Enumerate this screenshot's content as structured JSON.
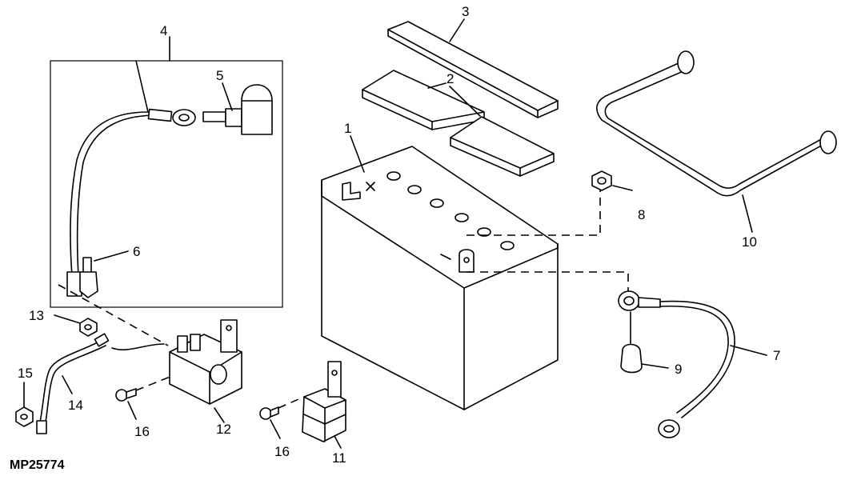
{
  "figure_code": "MP25774",
  "callouts": [
    "1",
    "2",
    "3",
    "4",
    "5",
    "6",
    "7",
    "8",
    "9",
    "10",
    "11",
    "12",
    "13",
    "14",
    "15",
    "16",
    "16"
  ]
}
